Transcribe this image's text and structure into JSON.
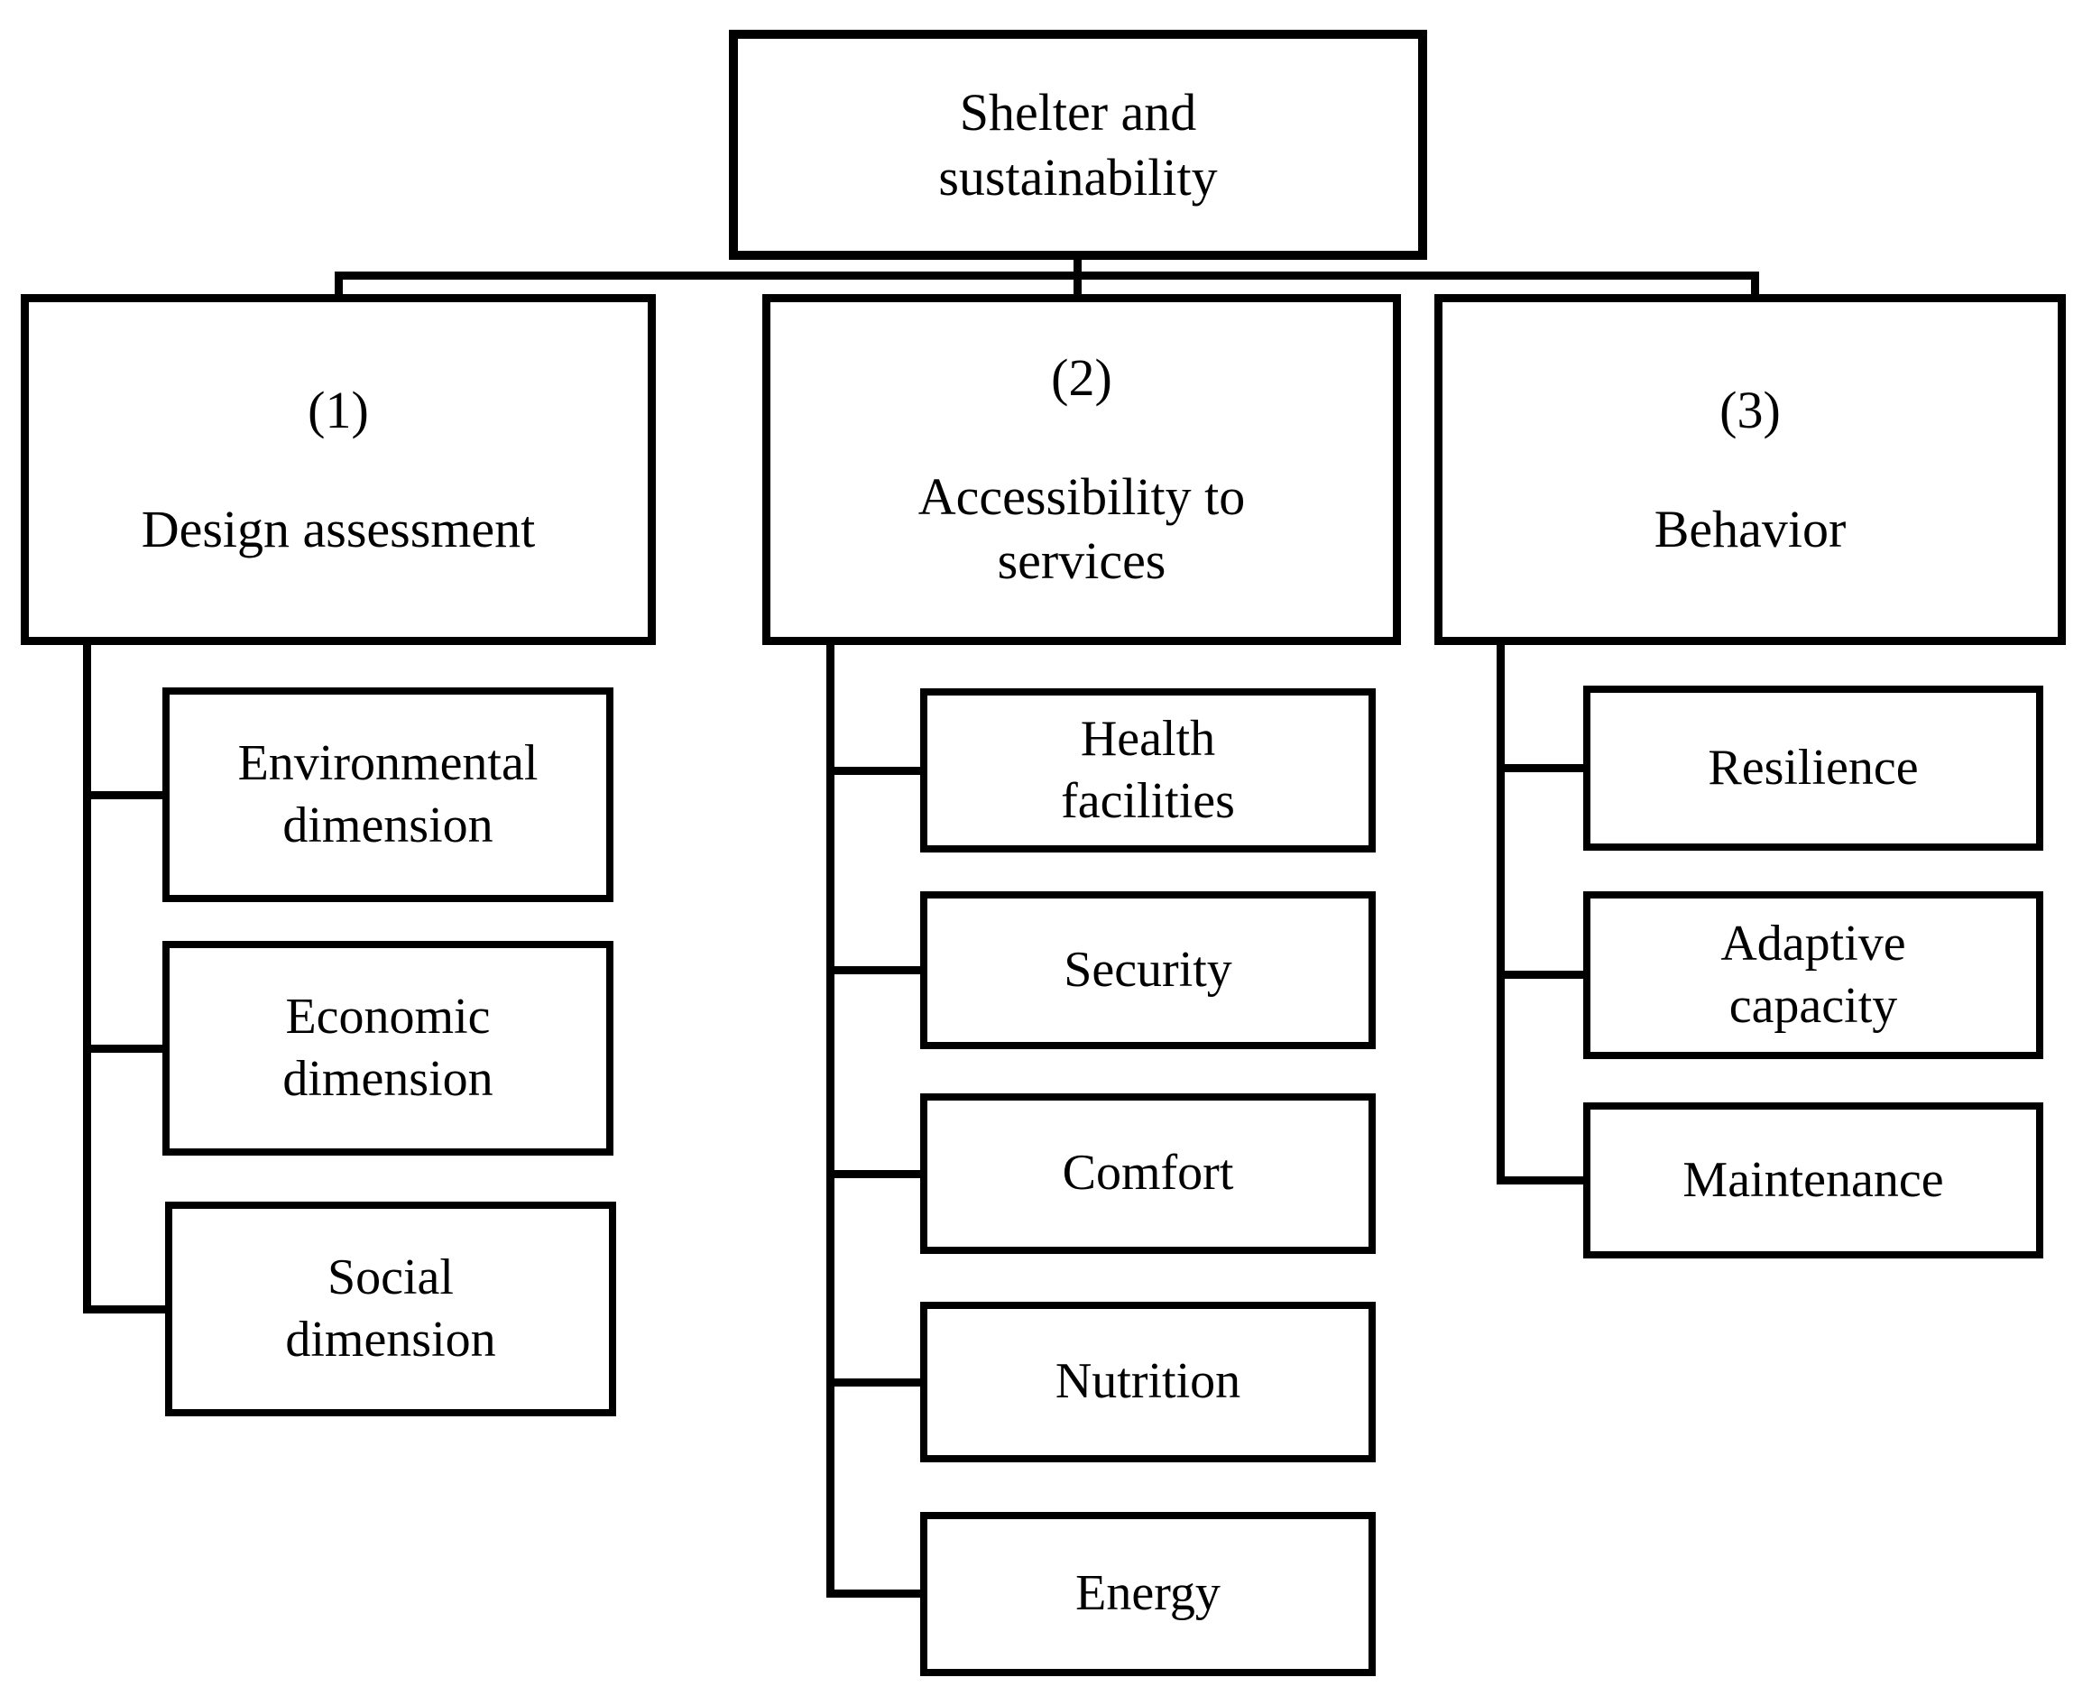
{
  "figure": {
    "root": {
      "label": "Shelter and\nsustainability"
    },
    "branches": [
      {
        "number": "(1)",
        "label": "Design assessment",
        "children": [
          {
            "label": "Environmental\ndimension"
          },
          {
            "label": "Economic\ndimension"
          },
          {
            "label": "Social\ndimension"
          }
        ]
      },
      {
        "number": "(2)",
        "label": "Accessibility to\nservices",
        "children": [
          {
            "label": "Health\nfacilities"
          },
          {
            "label": "Security"
          },
          {
            "label": "Comfort"
          },
          {
            "label": "Nutrition"
          },
          {
            "label": "Energy"
          }
        ]
      },
      {
        "number": "(3)",
        "label": "Behavior",
        "children": [
          {
            "label": "Resilience"
          },
          {
            "label": "Adaptive\ncapacity"
          },
          {
            "label": "Maintenance"
          }
        ]
      }
    ],
    "colors": {
      "line": "#000000",
      "text": "#000000",
      "background": "#ffffff",
      "box_fill": "#ffffff"
    }
  }
}
